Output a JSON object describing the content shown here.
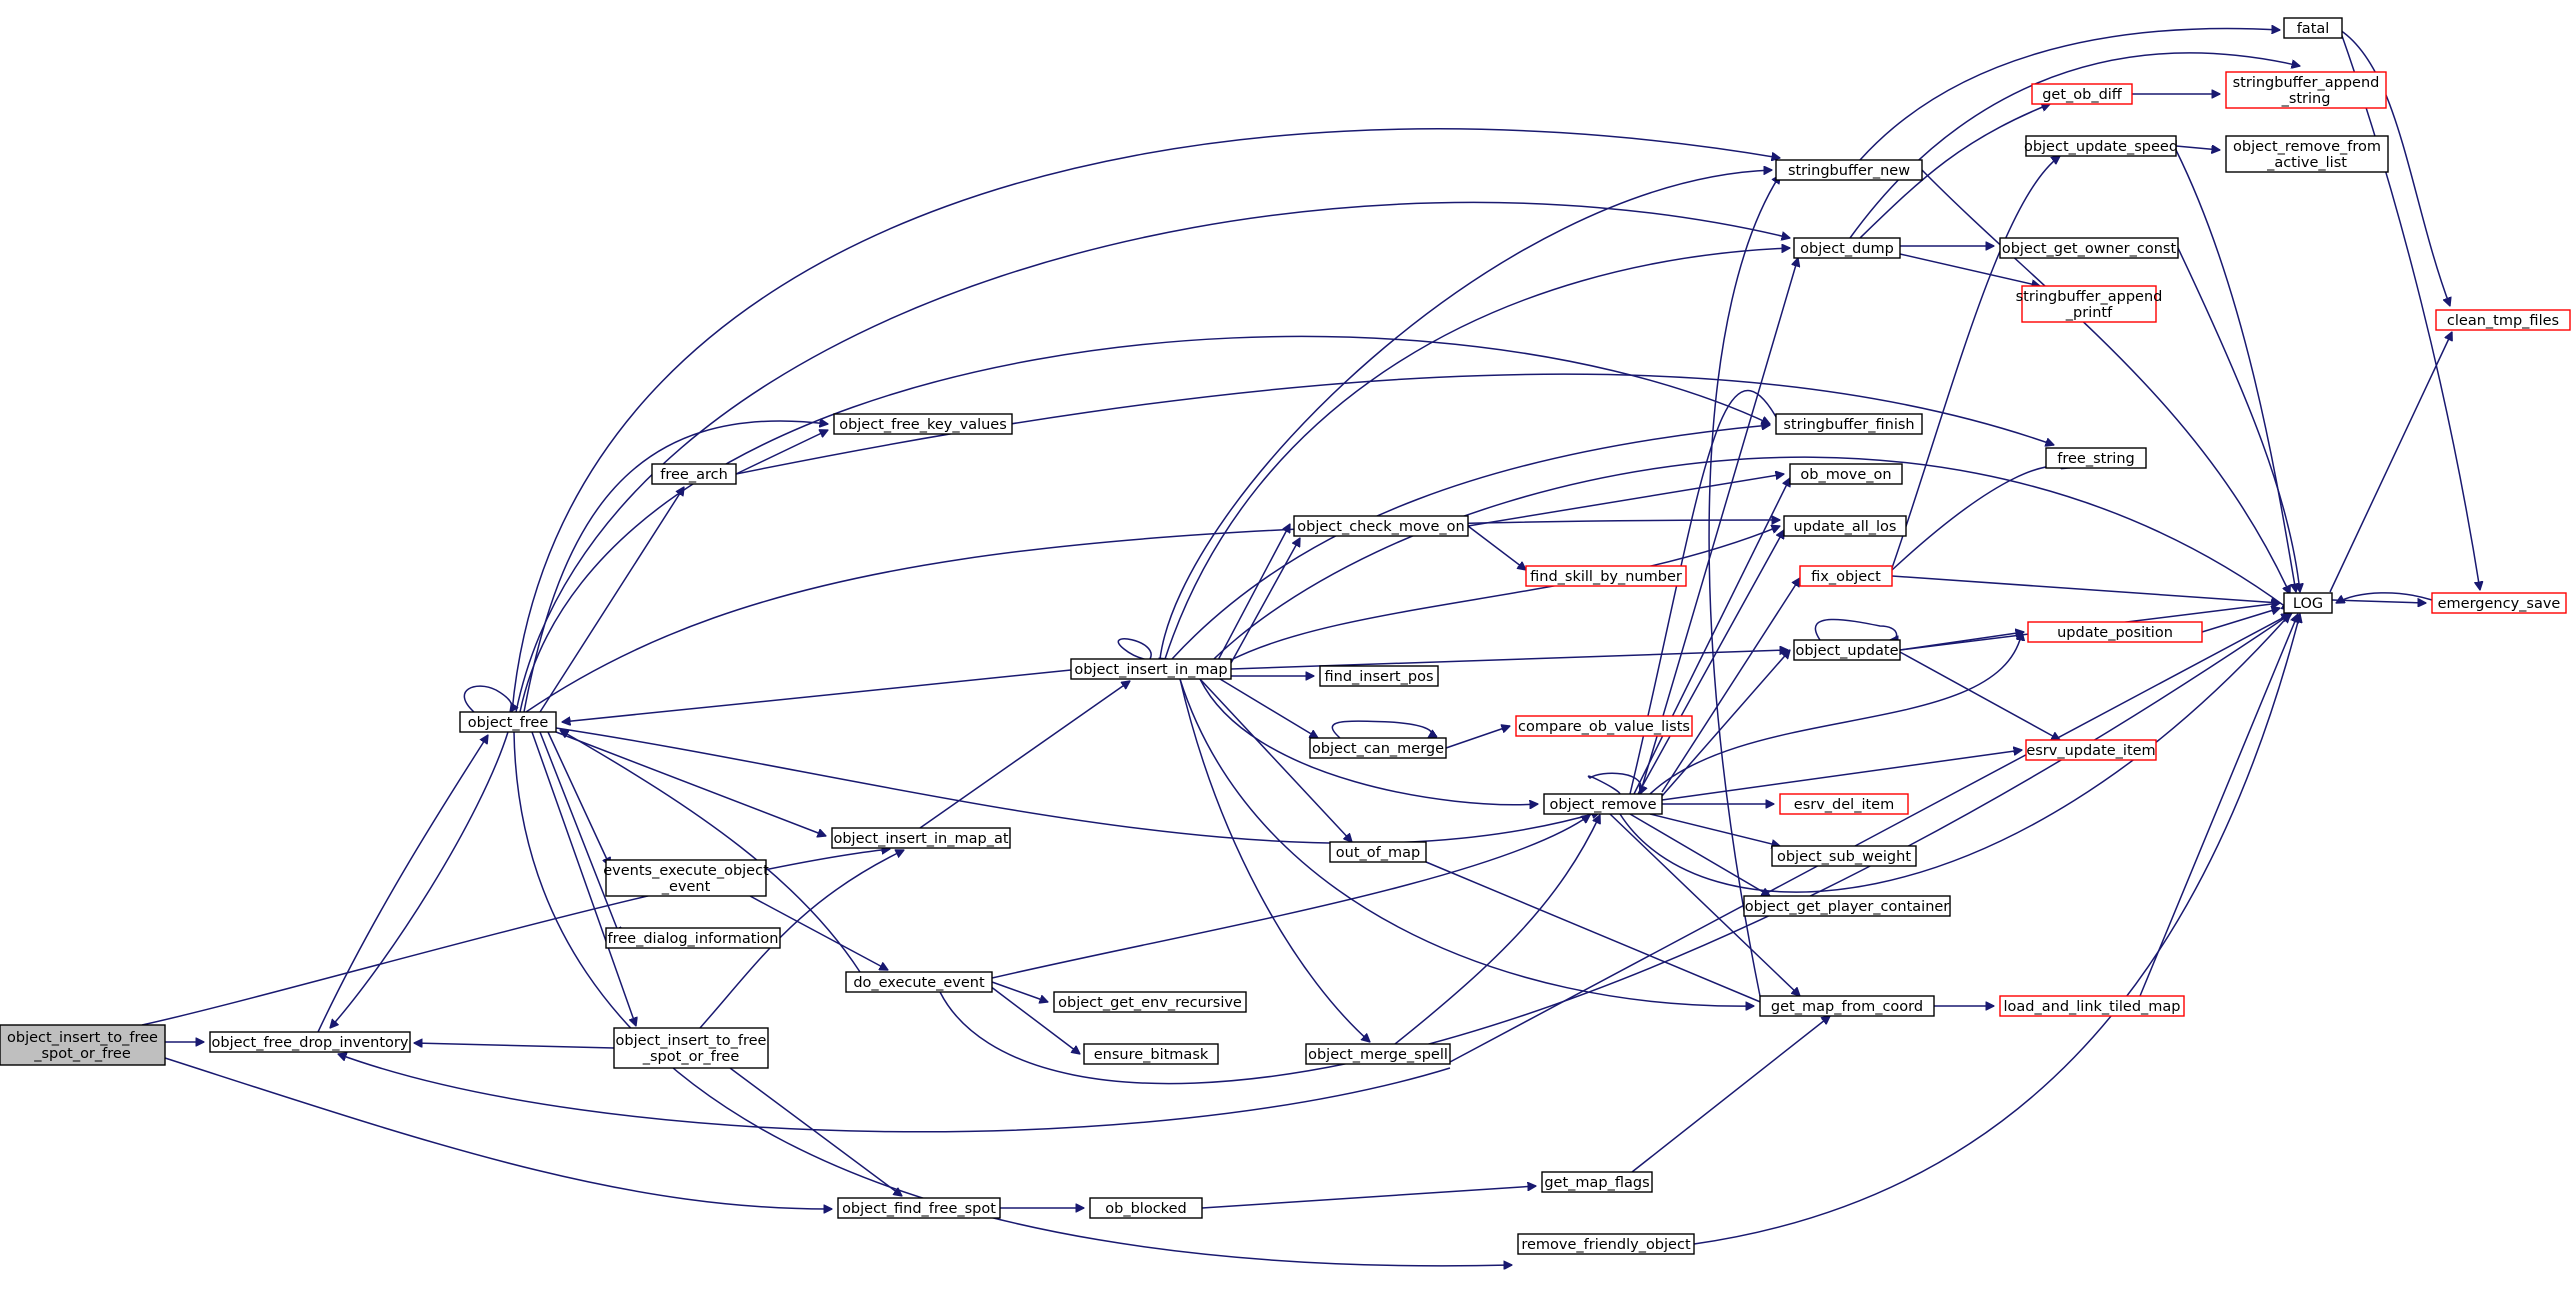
{
  "diagram": {
    "nodes": [
      {
        "id": "root",
        "lines": [
          "object_insert_to_free",
          "_spot_or_free"
        ],
        "style": "root"
      },
      {
        "id": "fdi",
        "lines": [
          "object_free_drop_inventory"
        ],
        "style": "normal"
      },
      {
        "id": "of",
        "lines": [
          "object_free"
        ],
        "style": "normal"
      },
      {
        "id": "ofkv",
        "lines": [
          "object_free_key_values"
        ],
        "style": "normal"
      },
      {
        "id": "fa",
        "lines": [
          "free_arch"
        ],
        "style": "normal"
      },
      {
        "id": "eeo",
        "lines": [
          "events_execute_object",
          "_event"
        ],
        "style": "normal"
      },
      {
        "id": "fdinf",
        "lines": [
          "free_dialog_information"
        ],
        "style": "normal"
      },
      {
        "id": "oitf",
        "lines": [
          "object_insert_to_free",
          "_spot_or_free"
        ],
        "style": "normal"
      },
      {
        "id": "oiima",
        "lines": [
          "object_insert_in_map_at"
        ],
        "style": "normal"
      },
      {
        "id": "dee",
        "lines": [
          "do_execute_event"
        ],
        "style": "normal"
      },
      {
        "id": "oiim",
        "lines": [
          "object_insert_in_map"
        ],
        "style": "normal"
      },
      {
        "id": "ocmo",
        "lines": [
          "object_check_move_on"
        ],
        "style": "normal"
      },
      {
        "id": "fsbn",
        "lines": [
          "find_skill_by_number"
        ],
        "style": "ext"
      },
      {
        "id": "fip",
        "lines": [
          "find_insert_pos"
        ],
        "style": "normal"
      },
      {
        "id": "ocm",
        "lines": [
          "object_can_merge"
        ],
        "style": "normal"
      },
      {
        "id": "covl",
        "lines": [
          "compare_ob_value_lists"
        ],
        "style": "ext"
      },
      {
        "id": "oom",
        "lines": [
          "out_of_map"
        ],
        "style": "normal"
      },
      {
        "id": "oger",
        "lines": [
          "object_get_env_recursive"
        ],
        "style": "normal"
      },
      {
        "id": "eb",
        "lines": [
          "ensure_bitmask"
        ],
        "style": "normal"
      },
      {
        "id": "oms",
        "lines": [
          "object_merge_spell"
        ],
        "style": "normal"
      },
      {
        "id": "offs",
        "lines": [
          "object_find_free_spot"
        ],
        "style": "normal"
      },
      {
        "id": "obb",
        "lines": [
          "ob_blocked"
        ],
        "style": "normal"
      },
      {
        "id": "gmf",
        "lines": [
          "get_map_flags"
        ],
        "style": "normal"
      },
      {
        "id": "rfo",
        "lines": [
          "remove_friendly_object"
        ],
        "style": "normal"
      },
      {
        "id": "sbn",
        "lines": [
          "stringbuffer_new"
        ],
        "style": "normal"
      },
      {
        "id": "od",
        "lines": [
          "object_dump"
        ],
        "style": "normal"
      },
      {
        "id": "sbf",
        "lines": [
          "stringbuffer_finish"
        ],
        "style": "normal"
      },
      {
        "id": "omo",
        "lines": [
          "ob_move_on"
        ],
        "style": "normal"
      },
      {
        "id": "ual",
        "lines": [
          "update_all_los"
        ],
        "style": "normal"
      },
      {
        "id": "fo",
        "lines": [
          "fix_object"
        ],
        "style": "ext"
      },
      {
        "id": "ou",
        "lines": [
          "object_update"
        ],
        "style": "normal"
      },
      {
        "id": "or",
        "lines": [
          "object_remove"
        ],
        "style": "normal"
      },
      {
        "id": "edi",
        "lines": [
          "esrv_del_item"
        ],
        "style": "ext"
      },
      {
        "id": "osw",
        "lines": [
          "object_sub_weight"
        ],
        "style": "normal"
      },
      {
        "id": "ogpc",
        "lines": [
          "object_get_player_container"
        ],
        "style": "normal"
      },
      {
        "id": "gmfc",
        "lines": [
          "get_map_from_coord"
        ],
        "style": "normal"
      },
      {
        "id": "lltm",
        "lines": [
          "load_and_link_tiled_map"
        ],
        "style": "ext"
      },
      {
        "id": "fatal",
        "lines": [
          "fatal"
        ],
        "style": "normal"
      },
      {
        "id": "god",
        "lines": [
          "get_ob_diff"
        ],
        "style": "ext"
      },
      {
        "id": "sbas",
        "lines": [
          "stringbuffer_append",
          "_string"
        ],
        "style": "ext"
      },
      {
        "id": "ous",
        "lines": [
          "object_update_speed"
        ],
        "style": "normal"
      },
      {
        "id": "orfal",
        "lines": [
          "object_remove_from",
          "_active_list"
        ],
        "style": "normal"
      },
      {
        "id": "ogoc",
        "lines": [
          "object_get_owner_const"
        ],
        "style": "normal"
      },
      {
        "id": "sbap",
        "lines": [
          "stringbuffer_append",
          "_printf"
        ],
        "style": "ext"
      },
      {
        "id": "fs",
        "lines": [
          "free_string"
        ],
        "style": "normal"
      },
      {
        "id": "up",
        "lines": [
          "update_position"
        ],
        "style": "ext"
      },
      {
        "id": "eui",
        "lines": [
          "esrv_update_item"
        ],
        "style": "ext"
      },
      {
        "id": "log",
        "lines": [
          "LOG"
        ],
        "style": "normal"
      },
      {
        "id": "es",
        "lines": [
          "emergency_save"
        ],
        "style": "ext"
      },
      {
        "id": "ctf",
        "lines": [
          "clean_tmp_files"
        ],
        "style": "ext"
      }
    ]
  }
}
